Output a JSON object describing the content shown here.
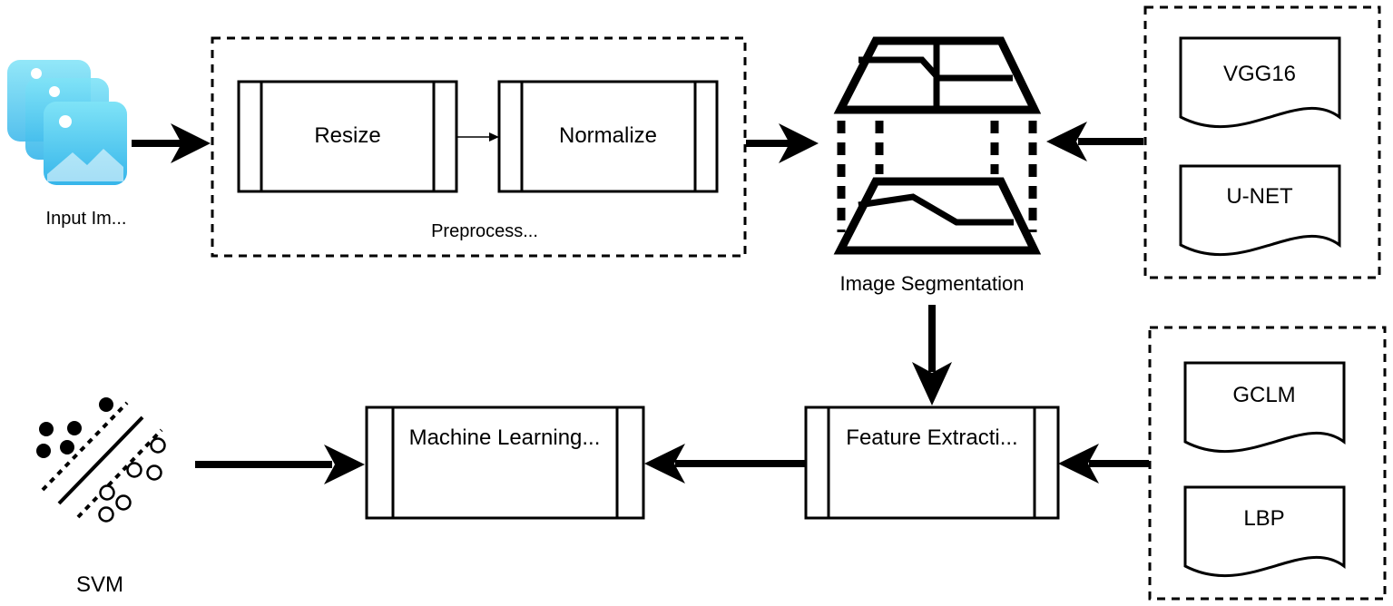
{
  "labels": {
    "input": "Input Im...",
    "resize": "Resize",
    "normalize": "Normalize",
    "preprocess": "Preprocess...",
    "segmentation": "Image Segmentation",
    "vgg16": "VGG16",
    "unet": "U-NET",
    "gclm": "GCLM",
    "lbp": "LBP",
    "feature": "Feature Extracti...",
    "ml": "Machine Learning...",
    "svm": "SVM"
  },
  "icons": {
    "input": "stacked-images-icon",
    "segmentation": "layered-map-icon",
    "svm": "svm-scatter-icon"
  },
  "colors": {
    "image_icon_light": "#7fe3f7",
    "image_icon_dark": "#36b5ea",
    "stroke": "#000000"
  }
}
